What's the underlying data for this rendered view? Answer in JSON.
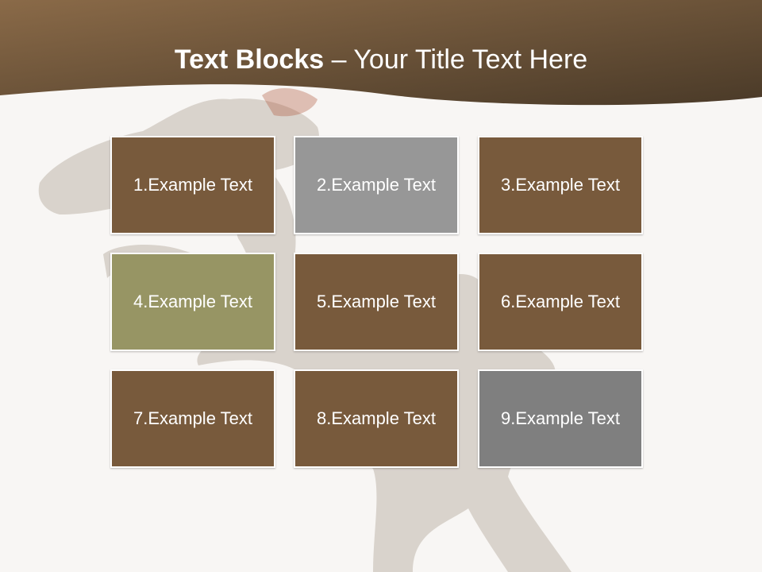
{
  "title": {
    "bold": "Text Blocks",
    "separator": " – ",
    "rest": "Your Title Text Here"
  },
  "colors": {
    "banner_dark": "#4a3a28",
    "banner_light": "#8a6a48",
    "block_brown": "#785a3c",
    "block_gray": "#979797",
    "block_olive": "#979564",
    "block_dark_gray": "#7f7f7f"
  },
  "blocks": [
    {
      "label": "1.Example Text",
      "color": "#785a3c"
    },
    {
      "label": "2.Example Text",
      "color": "#979797"
    },
    {
      "label": "3.Example Text",
      "color": "#785a3c"
    },
    {
      "label": "4.Example Text",
      "color": "#979564"
    },
    {
      "label": "5.Example Text",
      "color": "#785a3c"
    },
    {
      "label": "6.Example Text",
      "color": "#785a3c"
    },
    {
      "label": "7.Example Text",
      "color": "#785a3c"
    },
    {
      "label": "8.Example Text",
      "color": "#785a3c"
    },
    {
      "label": "9.Example Text",
      "color": "#7f7f7f"
    }
  ]
}
